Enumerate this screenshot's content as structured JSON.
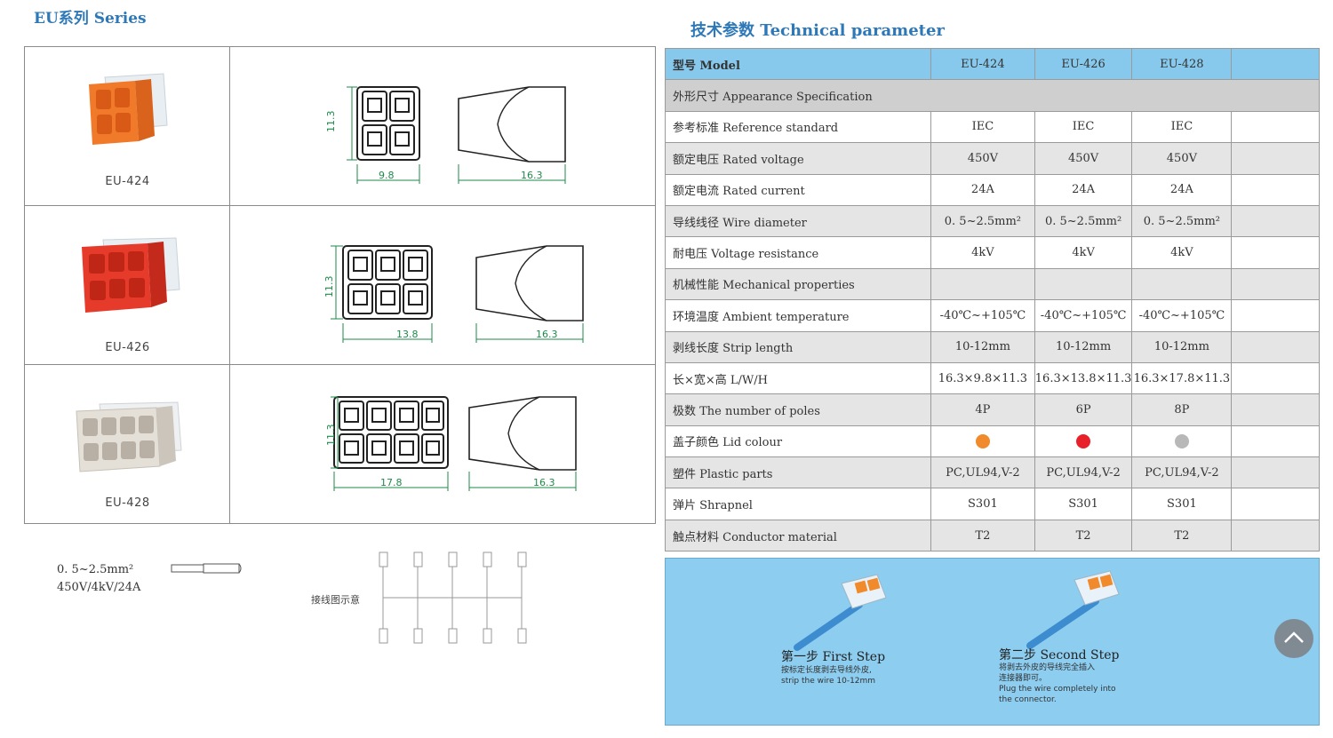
{
  "series_title": "EU系列 Series",
  "tech_title": "技术参数 Technical parameter",
  "products": [
    {
      "name": "EU-424",
      "width_dim": "9.8",
      "height_dim": "11.3",
      "length_dim": "16.3",
      "color": "#f07a2a"
    },
    {
      "name": "EU-426",
      "width_dim": "13.8",
      "height_dim": "11.3",
      "length_dim": "16.3",
      "color": "#e63a2a"
    },
    {
      "name": "EU-428",
      "width_dim": "17.8",
      "height_dim": "11.3",
      "length_dim": "16.3",
      "color": "#d9d4cc"
    }
  ],
  "notes": {
    "spec_line1": "0. 5~2.5mm²",
    "spec_line2": "450V/4kV/24A",
    "diagram_label": "接线图示意"
  },
  "table": {
    "header": {
      "label": "型号 Model",
      "models": [
        "EU-424",
        "EU-426",
        "EU-428"
      ]
    },
    "section_label": "外形尺寸 Appearance Specification",
    "rows": [
      {
        "label": "参考标准 Reference standard",
        "values": [
          "IEC",
          "IEC",
          "IEC"
        ]
      },
      {
        "label": "额定电压 Rated voltage",
        "values": [
          "450V",
          "450V",
          "450V"
        ]
      },
      {
        "label": "额定电流 Rated current",
        "values": [
          "24A",
          "24A",
          "24A"
        ]
      },
      {
        "label": "导线线径 Wire diameter",
        "values": [
          "0. 5~2.5mm²",
          "0. 5~2.5mm²",
          "0. 5~2.5mm²"
        ]
      },
      {
        "label": "耐电压 Voltage resistance",
        "values": [
          "4kV",
          "4kV",
          "4kV"
        ]
      },
      {
        "label": "机械性能 Mechanical properties",
        "values": [
          "",
          "",
          ""
        ]
      },
      {
        "label": "环境温度 Ambient temperature",
        "values": [
          "-40℃~+105℃",
          "-40℃~+105℃",
          "-40℃~+105℃"
        ]
      },
      {
        "label": "剥线长度 Strip length",
        "values": [
          "10-12mm",
          "10-12mm",
          "10-12mm"
        ]
      },
      {
        "label": "长×宽×高   L/W/H",
        "values": [
          "16.3×9.8×11.3",
          "16.3×13.8×11.3",
          "16.3×17.8×11.3"
        ]
      },
      {
        "label": "极数 The number of poles",
        "values": [
          "4P",
          "6P",
          "8P"
        ]
      },
      {
        "label": "盖子颜色 Lid colour",
        "colors": [
          "#f08a2a",
          "#e8202a",
          "#b8b8b8"
        ]
      },
      {
        "label": "塑件 Plastic parts",
        "values": [
          "PC,UL94,V-2",
          "PC,UL94,V-2",
          "PC,UL94,V-2"
        ]
      },
      {
        "label": "弹片 Shrapnel",
        "values": [
          "S301",
          "S301",
          "S301"
        ]
      },
      {
        "label": "触点材料 Conductor material",
        "values": [
          "T2",
          "T2",
          "T2"
        ]
      }
    ]
  },
  "steps": [
    {
      "title": "第一步 First Step",
      "desc1": "按标定长度剥去导线外皮,",
      "desc2": "strip the wire 10-12mm"
    },
    {
      "title": "第二步 Second Step",
      "desc1": "将剥去外皮的导线完全插入",
      "desc2": "连接器即可。",
      "desc3": "Plug the wire completely into",
      "desc4": "the connector."
    }
  ],
  "scroll_top_icon": "chevron-up-icon"
}
